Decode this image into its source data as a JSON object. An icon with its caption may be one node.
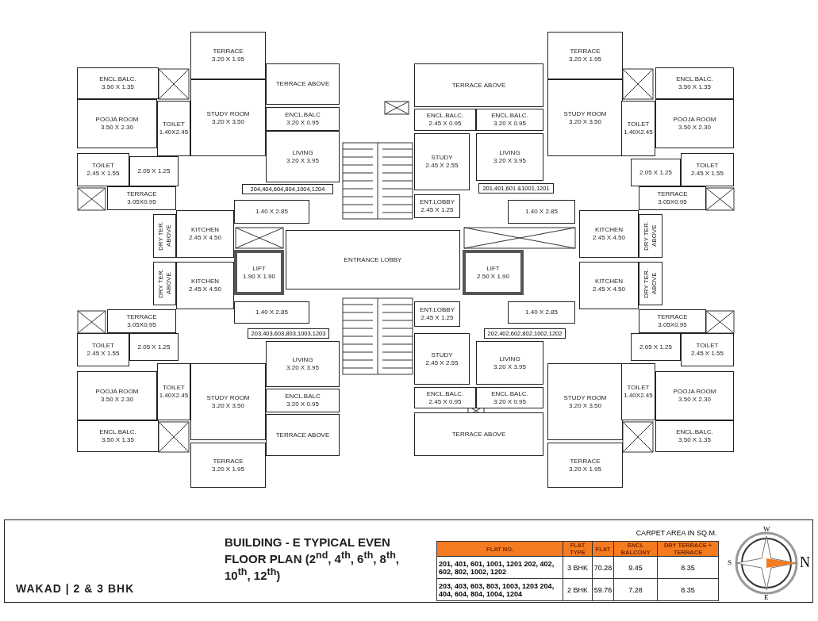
{
  "diagram": {
    "title": "BUILDING - E TYPICAL EVEN FLOOR PLAN (2$^{nd}$, 4$^{th}$, 6$^{th}$, 8$^{th}$, 10$^{th}$, 12$^{th}$)",
    "nodes": [
      {
        "text": [
          "TERRACE",
          "3.20 X 1.95"
        ]
      },
      {
        "text": [
          "ENCL.BALC.",
          "3.50 X 1.35"
        ]
      },
      {
        "text": [
          "TERRACE ABOVE"
        ]
      },
      {
        "text": [
          "POOJA ROOM",
          "3.50 X 2.30"
        ]
      },
      {
        "text": [
          "TOILET",
          "1.40X2.45"
        ]
      },
      {
        "text": [
          "STUDY ROOM",
          "3.20 X 3.50"
        ]
      },
      {
        "text": [
          "ENCL.BALC",
          "3.20 X 0.95"
        ]
      },
      {
        "text": [
          "LIVING",
          "3.20 X 3.95"
        ]
      },
      {
        "text": [
          "TOILET",
          "2.45 X 1.55"
        ]
      },
      {
        "text": [
          "2.05 X 1.25"
        ]
      },
      {
        "text": [
          "TERRACE",
          "3.05X0.95"
        ]
      },
      {
        "text": [
          "204,404,604,804,1004,1204"
        ]
      },
      {
        "text": [
          "1.40 X 2.85"
        ]
      },
      {
        "text": [
          "DRY TER. ABOVE"
        ]
      },
      {
        "text": [
          "KITCHEN",
          "2.45 X 4.50"
        ]
      },
      {
        "text": [
          "ENTRANCE LOBBY"
        ]
      },
      {
        "text": [
          "LIFT",
          "1.90 X 1.90"
        ]
      },
      {
        "text": [
          "TERRACE ABOVE"
        ]
      },
      {
        "text": [
          "ENCL.BALC.",
          "2.45 X 0.95"
        ]
      },
      {
        "text": [
          "ENCL.BALC.",
          "3.20 X 0.95"
        ]
      },
      {
        "text": [
          "STUDY",
          "2.45 X 2.55"
        ]
      },
      {
        "text": [
          "LIVING",
          "3.20 X 3.95"
        ]
      },
      {
        "text": [
          "201,401,601 &1001,1201"
        ]
      },
      {
        "text": [
          "ENT.LOBBY",
          "2.45 X 1.25"
        ]
      },
      {
        "text": [
          "1.40 X 2.85"
        ]
      },
      {
        "text": [
          "TERRACE",
          "3.20 X 1.95"
        ]
      },
      {
        "text": [
          "ENCL.BALC.",
          "3.50 X 1.35"
        ]
      },
      {
        "text": [
          "STUDY ROOM",
          "3.20 X 3.50"
        ]
      },
      {
        "text": [
          "TOILET",
          "1.40X2.45"
        ]
      },
      {
        "text": [
          "POOJA ROOM",
          "3.50 X 2.30"
        ]
      },
      {
        "text": [
          "2.05 X 1.25"
        ]
      },
      {
        "text": [
          "TOILET",
          "2.45 X 1.55"
        ]
      },
      {
        "text": [
          "TERRACE",
          "3.05X0.95"
        ]
      },
      {
        "text": [
          "KITCHEN",
          "2.45 X 4.50"
        ]
      },
      {
        "text": [
          "DRY TER. ABOVE"
        ]
      },
      {
        "text": [
          "LIFT",
          "2.50 X 1.90"
        ]
      },
      {
        "text": [
          "DRY TER. ABOVE"
        ]
      },
      {
        "text": [
          "KITCHEN",
          "2.45 X 4.50"
        ]
      },
      {
        "text": [
          "TERRACE",
          "3.05X0.95"
        ]
      },
      {
        "text": [
          "1.40 X 2.85"
        ]
      },
      {
        "text": [
          "203,403,603,803,1003,1203"
        ]
      },
      {
        "text": [
          "TOILET",
          "2.45 X 1.55"
        ]
      },
      {
        "text": [
          "2.05 X 1.25"
        ]
      },
      {
        "text": [
          "LIVING",
          "3.20 X 3.95"
        ]
      },
      {
        "text": [
          "POOJA ROOM",
          "3.50 X 2.30"
        ]
      },
      {
        "text": [
          "TOILET",
          "1.40X2.45"
        ]
      },
      {
        "text": [
          "STUDY ROOM",
          "3.20 X 3.50"
        ]
      },
      {
        "text": [
          "ENCL.BALC",
          "3.20 X 0.95"
        ]
      },
      {
        "text": [
          "ENCL.BALC.",
          "3.50 X 1.35"
        ]
      },
      {
        "text": [
          "TERRACE ABOVE"
        ]
      },
      {
        "text": [
          "TERRACE",
          "3.20 X 1.95"
        ]
      },
      {
        "text": [
          "ENT.LOBBY",
          "2.45 X 1.25"
        ]
      },
      {
        "text": [
          "1.40 X 2.85"
        ]
      },
      {
        "text": [
          "KITCHEN",
          "2.45 X 4.50"
        ]
      },
      {
        "text": [
          "DRY TER. ABOVE"
        ]
      },
      {
        "text": [
          "TERRACE",
          "3.05X0.95"
        ]
      },
      {
        "text": [
          "202,402,602,802,1002,1202"
        ]
      },
      {
        "text": [
          "STUDY",
          "2.45 X 2.55"
        ]
      },
      {
        "text": [
          "LIVING",
          "3.20 X 3.95"
        ]
      },
      {
        "text": [
          "2.05 X 1.25"
        ]
      },
      {
        "text": [
          "TOILET",
          "2.45 X 1.55"
        ]
      },
      {
        "text": [
          "ENCL.BALC.",
          "2.45 X 0.95"
        ]
      },
      {
        "text": [
          "ENCL.BALC.",
          "3.20 X 0.95"
        ]
      },
      {
        "text": [
          "STUDY ROOM",
          "3.20 X 3.50"
        ]
      },
      {
        "text": [
          "TOILET",
          "1.40X2.45"
        ]
      },
      {
        "text": [
          "POOJA ROOM",
          "3.50 X 2.30"
        ]
      },
      {
        "text": [
          "ENCL.BALC.",
          "3.50 X 1.35"
        ]
      },
      {
        "text": [
          "TERRACE ABOVE"
        ]
      },
      {
        "text": [
          "TERRACE",
          "3.20 X 1.95"
        ]
      }
    ],
    "labels": [
      "WAKAD | 2 & 3 BHK",
      "CARPET AREA IN SQ.M.",
      "FLAT NO.",
      "FLAT TYPE",
      "FLAT",
      "ENCL BALCONY",
      "DRY TERRACE + TERRACE",
      "201, 401, 601, 1001, 1201 202, 402, 602, 802, 1002, 1202",
      "3 BHK",
      "70.28",
      "9.45",
      "8.35",
      "203, 403, 603, 803, 1003, 1203 204, 404, 604, 804, 1004, 1204",
      "2 BHK",
      "59.76",
      "7.28",
      "8.35",
      "W",
      "S",
      "N",
      "E"
    ]
  }
}
